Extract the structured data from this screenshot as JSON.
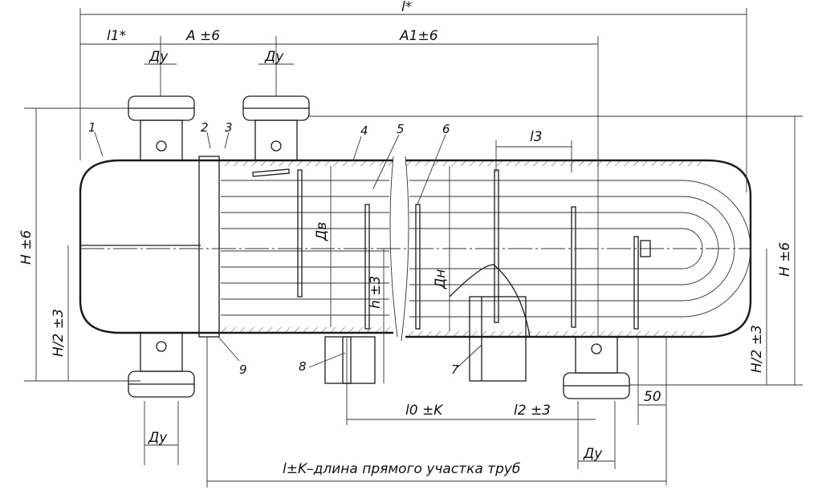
{
  "dimensions": {
    "total_length": "l*",
    "l1": "l1*",
    "a": "A ±6",
    "a1": "A1±6",
    "nozzle_dn": "Ду",
    "l3": "l3",
    "d_inner": "Дв",
    "d_outer": "Дн",
    "h": "h ±3",
    "height": "H ±6",
    "half_height": "H/2 ±3",
    "l0": "l0 ±K",
    "l2": "l2 ±3",
    "fifty": "50",
    "straight_length": "l±K–длина прямого участка труб"
  },
  "callouts": [
    "1",
    "2",
    "3",
    "4",
    "5",
    "6",
    "7",
    "8",
    "9"
  ]
}
